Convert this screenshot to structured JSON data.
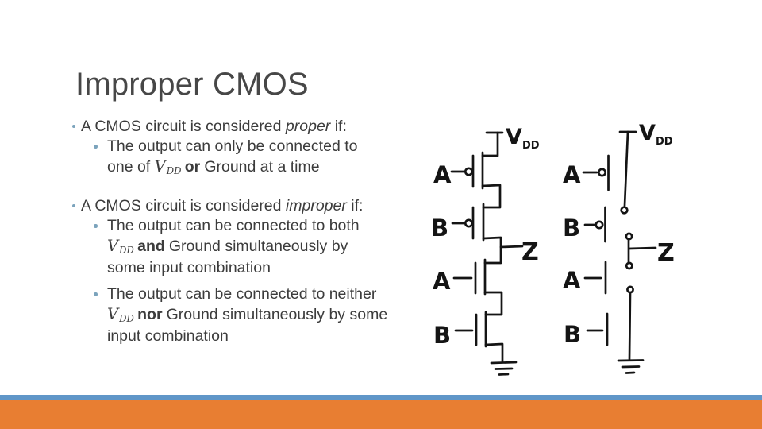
{
  "slide": {
    "title": "Improper CMOS"
  },
  "bullets": {
    "b1": {
      "pre": "A CMOS circuit is considered ",
      "em": "proper",
      "post": " if:"
    },
    "b1s1": {
      "line1": "The output can only be connected to",
      "line2_pre": "one of ",
      "conj": "or",
      "line2_post": "Ground at a time"
    },
    "b2": {
      "pre": "A CMOS circuit is considered ",
      "em": "improper",
      "post": " if:"
    },
    "b2s1": {
      "line1": "The output can be connected to both",
      "conj": "and",
      "line2_post": "Ground simultaneously by",
      "line3": "some input combination"
    },
    "b2s2": {
      "line1": "The output can be connected to neither",
      "conj": "nor",
      "line2_post": "Ground simultaneously by some",
      "line3": "input combination"
    }
  },
  "math": {
    "v": "V",
    "sub": "DD"
  },
  "circuits": {
    "left": {
      "vdd_v": "V",
      "vdd_sub": "DD",
      "pmos_a": "A",
      "pmos_b": "B",
      "out": "Z",
      "nmos_a": "A",
      "nmos_b": "B"
    },
    "right": {
      "vdd_v": "V",
      "vdd_sub": "DD",
      "pmos_a": "A",
      "pmos_b": "B",
      "out": "Z",
      "nmos_a": "A",
      "nmos_b": "B"
    }
  },
  "colors": {
    "footer_orange": "#e87e32",
    "footer_blue": "#6096c8",
    "bullet_dot": "#7ba3bc",
    "title": "#474747",
    "text": "#3c3c3c",
    "ink": "#141414",
    "rule": "#9d9d9d"
  }
}
